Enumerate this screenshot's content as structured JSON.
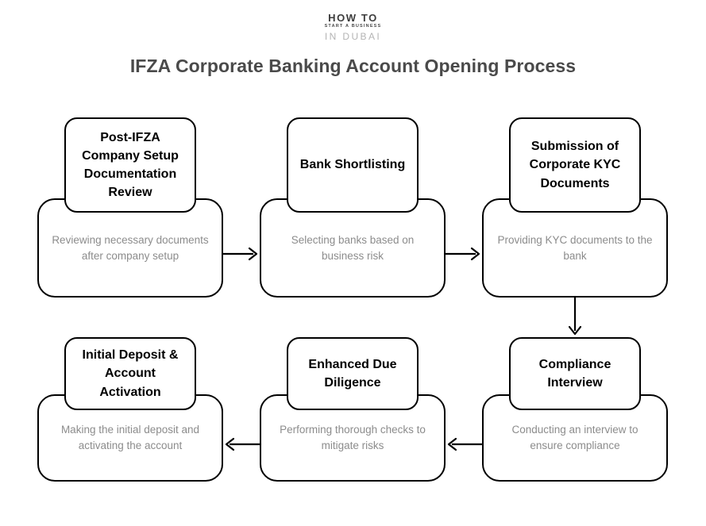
{
  "logo": {
    "line1": "HOW TO",
    "line2": "START A BUSINESS",
    "line3": "IN DUBAI"
  },
  "title": "IFZA Corporate Banking Account Opening Process",
  "colors": {
    "title_text": "#4a4a4a",
    "node_border": "#000000",
    "node_title_text": "#000000",
    "node_desc_text": "#8c8c8c",
    "background": "#ffffff",
    "connector": "#000000",
    "logo_accent": "#b4b4b4"
  },
  "flow": {
    "steps": [
      {
        "id": "step-1",
        "title": "Post-IFZA Company Setup Documentation Review",
        "description": "Reviewing necessary documents after company setup"
      },
      {
        "id": "step-2",
        "title": "Bank Shortlisting",
        "description": "Selecting banks based on business risk"
      },
      {
        "id": "step-3",
        "title": "Submission of Corporate KYC Documents",
        "description": "Providing KYC documents to the bank"
      },
      {
        "id": "step-4",
        "title": "Compliance Interview",
        "description": "Conducting an interview to ensure compliance"
      },
      {
        "id": "step-5",
        "title": "Enhanced Due Diligence",
        "description": "Performing thorough checks to mitigate risks"
      },
      {
        "id": "step-6",
        "title": "Initial Deposit & Account Activation",
        "description": "Making the initial deposit and activating the account"
      }
    ],
    "connectors": [
      {
        "id": "arrow-1-2",
        "direction": "right"
      },
      {
        "id": "arrow-2-3",
        "direction": "right"
      },
      {
        "id": "arrow-3-4",
        "direction": "down"
      },
      {
        "id": "arrow-4-5",
        "direction": "left"
      },
      {
        "id": "arrow-5-6",
        "direction": "left"
      }
    ]
  }
}
